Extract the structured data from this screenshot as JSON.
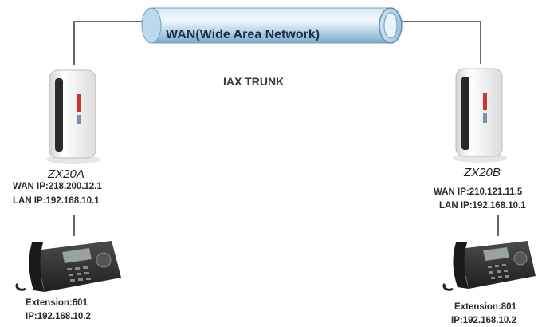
{
  "wan": {
    "label": "WAN(Wide Area Network)"
  },
  "trunk": {
    "label": "IAX TRUNK"
  },
  "devices": [
    {
      "name": "ZX20A",
      "wan_ip": "WAN IP:218.200.12.1",
      "lan_ip": "LAN IP:192.168.10.1",
      "phone": {
        "extension": "Extension:601",
        "ip": "IP:192.168.10.2"
      }
    },
    {
      "name": "ZX20B",
      "wan_ip": "WAN IP:210.121.11.5",
      "lan_ip": "LAN IP:192.168.10.1",
      "phone": {
        "extension": "Extension:801",
        "ip": "IP:192.168.10.2"
      }
    }
  ],
  "colors": {
    "pipe_light": "#eaf4fb",
    "pipe_mid": "#a9cce3",
    "pipe_dark": "#6f9fc0",
    "router_body": "#f4f4f4",
    "router_side": "#d6d6d6",
    "router_stripe": "#2a2a2a",
    "router_led": "#cc3333",
    "phone_dark": "#2c2c2c",
    "phone_mid": "#4a4a4a",
    "screen": "#9aa39a",
    "line": "#333333"
  },
  "icons": [
    "router-icon",
    "ip-phone-icon",
    "wan-pipe"
  ]
}
